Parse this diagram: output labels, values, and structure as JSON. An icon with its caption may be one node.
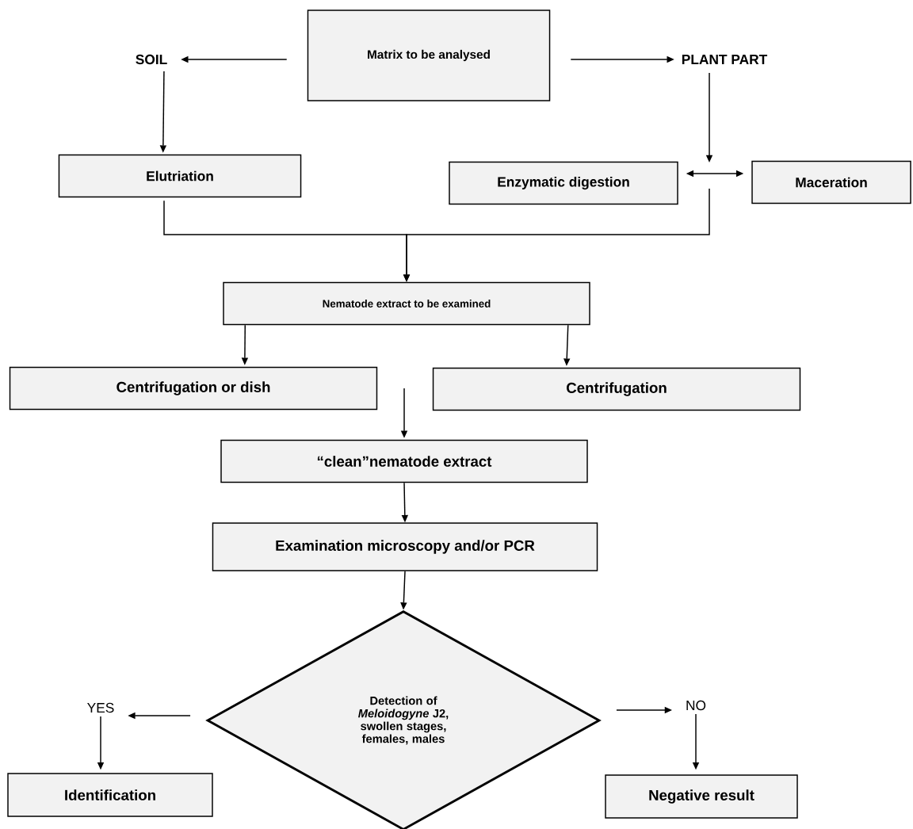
{
  "diagram": {
    "nodes": [
      {
        "text": [
          "Matrix to be analysed"
        ]
      },
      {
        "text": [
          "SOIL"
        ]
      },
      {
        "text": [
          "PLANT PART"
        ]
      },
      {
        "text": [
          "Elutriation"
        ]
      },
      {
        "text": [
          "Enzymatic digestion"
        ]
      },
      {
        "text": [
          "Maceration"
        ]
      },
      {
        "text": [
          "Nematode extract to be examined"
        ]
      },
      {
        "text": [
          "Centrifugation or dish"
        ]
      },
      {
        "text": [
          "Centrifugation"
        ]
      },
      {
        "text": [
          "“clean”nematode extract"
        ]
      },
      {
        "text": [
          "Examination microscopy and/or PCR"
        ]
      },
      {
        "text": [
          "Detection of *Meloidogyne* J2, swollen stages, females, males"
        ]
      },
      {
        "text": [
          "YES"
        ]
      },
      {
        "text": [
          "NO"
        ]
      },
      {
        "text": [
          "Identification"
        ]
      },
      {
        "text": [
          "Negative result"
        ]
      }
    ],
    "edges": [
      {
        "from": 0,
        "to": 1,
        "arrow": "to"
      },
      {
        "from": 0,
        "to": 2,
        "arrow": "to"
      },
      {
        "from": 1,
        "to": 3,
        "arrow": "to"
      },
      {
        "from": 2,
        "to": null,
        "arrow": "to"
      },
      {
        "from": 4,
        "to": 5,
        "arrow": "both"
      },
      {
        "from": 3,
        "to": 6,
        "arrow": "to"
      },
      {
        "from": null,
        "to": 6,
        "arrow": "to"
      },
      {
        "from": 6,
        "to": 7,
        "arrow": "to"
      },
      {
        "from": 6,
        "to": 8,
        "arrow": "to"
      },
      {
        "from": null,
        "to": 9,
        "arrow": "to"
      },
      {
        "from": 9,
        "to": 10,
        "arrow": "to"
      },
      {
        "from": 10,
        "to": 11,
        "arrow": "to"
      },
      {
        "from": 11,
        "to": 12,
        "arrow": "to"
      },
      {
        "from": 11,
        "to": 13,
        "arrow": "to"
      },
      {
        "from": 12,
        "to": 14,
        "arrow": "to"
      },
      {
        "from": 13,
        "to": 15,
        "arrow": "to"
      }
    ]
  }
}
